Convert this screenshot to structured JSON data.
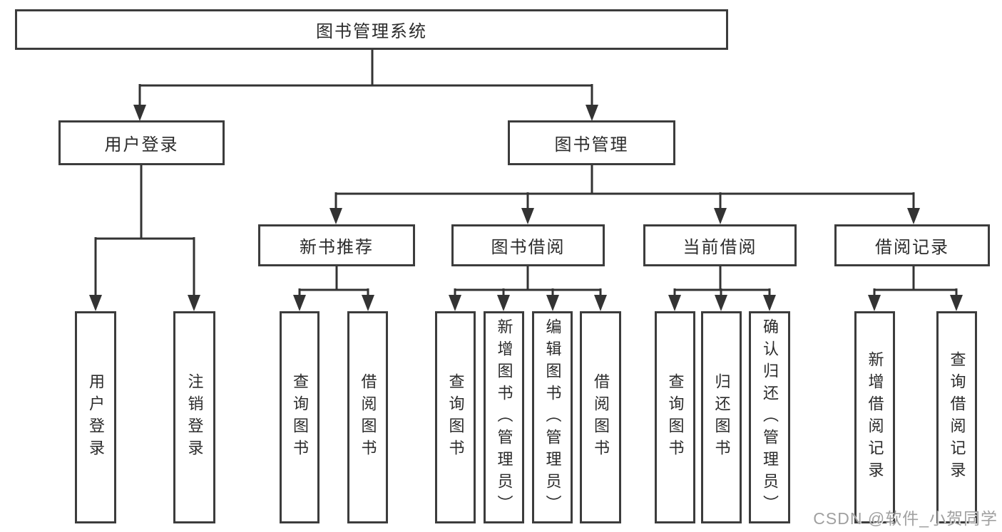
{
  "diagram": {
    "root": {
      "label": "图书管理系统"
    },
    "level2": [
      {
        "label": "用户登录"
      },
      {
        "label": "图书管理"
      }
    ],
    "level3": [
      {
        "parent": "图书管理",
        "label": "新书推荐"
      },
      {
        "parent": "图书管理",
        "label": "图书借阅"
      },
      {
        "parent": "图书管理",
        "label": "当前借阅"
      },
      {
        "parent": "图书管理",
        "label": "借阅记录"
      }
    ],
    "leaves": [
      {
        "parent": "用户登录",
        "label": "用户登录"
      },
      {
        "parent": "用户登录",
        "label": "注销登录"
      },
      {
        "parent": "新书推荐",
        "label": "查询图书"
      },
      {
        "parent": "新书推荐",
        "label": "借阅图书"
      },
      {
        "parent": "图书借阅",
        "label": "查询图书"
      },
      {
        "parent": "图书借阅",
        "label": "新增图书（管理员）"
      },
      {
        "parent": "图书借阅",
        "label": "编辑图书（管理员）"
      },
      {
        "parent": "图书借阅",
        "label": "借阅图书"
      },
      {
        "parent": "当前借阅",
        "label": "查询图书"
      },
      {
        "parent": "当前借阅",
        "label": "归还图书"
      },
      {
        "parent": "当前借阅",
        "label": "确认归还（管理员）"
      },
      {
        "parent": "借阅记录",
        "label": "新增借阅记录"
      },
      {
        "parent": "借阅记录",
        "label": "查询借阅记录"
      }
    ],
    "colors": {
      "box_border": "#3c3c3c",
      "connector_line": "#333333",
      "text": "#2b2b2b",
      "background": "#ffffff",
      "watermark_text_color": "#989898"
    }
  },
  "watermark": {
    "text": "CSDN @软件_小贺同学"
  }
}
